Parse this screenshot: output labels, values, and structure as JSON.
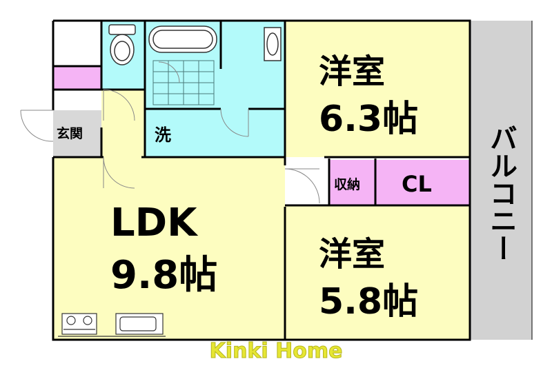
{
  "colors": {
    "room_yellow": "#fdfdc0",
    "wet_cyan": "#b3fafa",
    "storage_pink": "#f5b4f5",
    "entrance_gray": "#d8d8d8",
    "balcony_gray": "#d2d2d2",
    "wall": "#000000",
    "watermark": "#e6e633"
  },
  "rooms": {
    "western_room_1": {
      "name": "洋室",
      "size": "6.3帖"
    },
    "western_room_2": {
      "name": "洋室",
      "size": "5.8帖"
    },
    "ldk": {
      "name": "LDK",
      "size": "9.8帖"
    },
    "entrance": {
      "name": "玄関"
    },
    "washroom": {
      "name": "洗"
    },
    "storage": {
      "name": "収納"
    },
    "closet": {
      "name": "CL"
    },
    "balcony": {
      "name": "バルコニー"
    }
  },
  "icons": [
    "toilet-icon",
    "bathtub-icon",
    "washbasin-icon",
    "stove-icon",
    "kitchen-sink-icon"
  ],
  "watermark": {
    "text": "Kinki Home"
  }
}
